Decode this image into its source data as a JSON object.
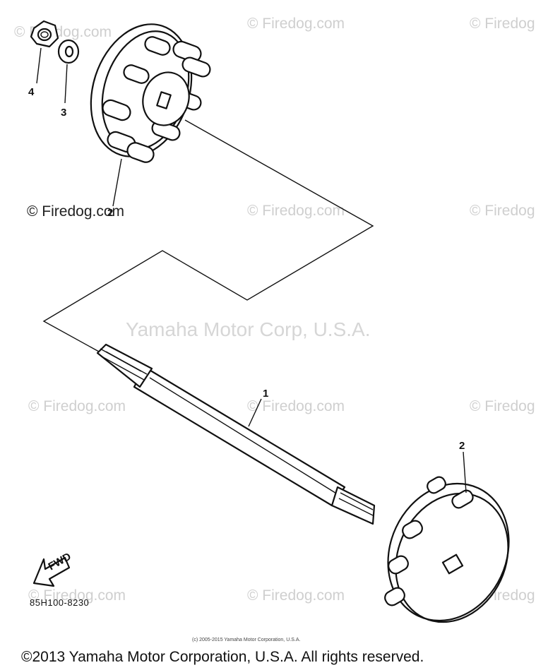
{
  "watermark": {
    "firedog": "© Firedog.com",
    "corp": "Yamaha Motor Corp, U.S.A."
  },
  "firedog_label": "© Firedog.com",
  "callouts": {
    "nut": "4",
    "washer": "3",
    "coupling_top": "2",
    "shaft": "1",
    "coupling_bottom": "2"
  },
  "direction_arrow": "FWD",
  "diagram_code": "85H100-8230",
  "small_notice": "(c) 2005-2015 Yamaha Motor Corporation, U.S.A.",
  "copyright": "©2013 Yamaha Motor Corporation, U.S.A. All rights reserved."
}
